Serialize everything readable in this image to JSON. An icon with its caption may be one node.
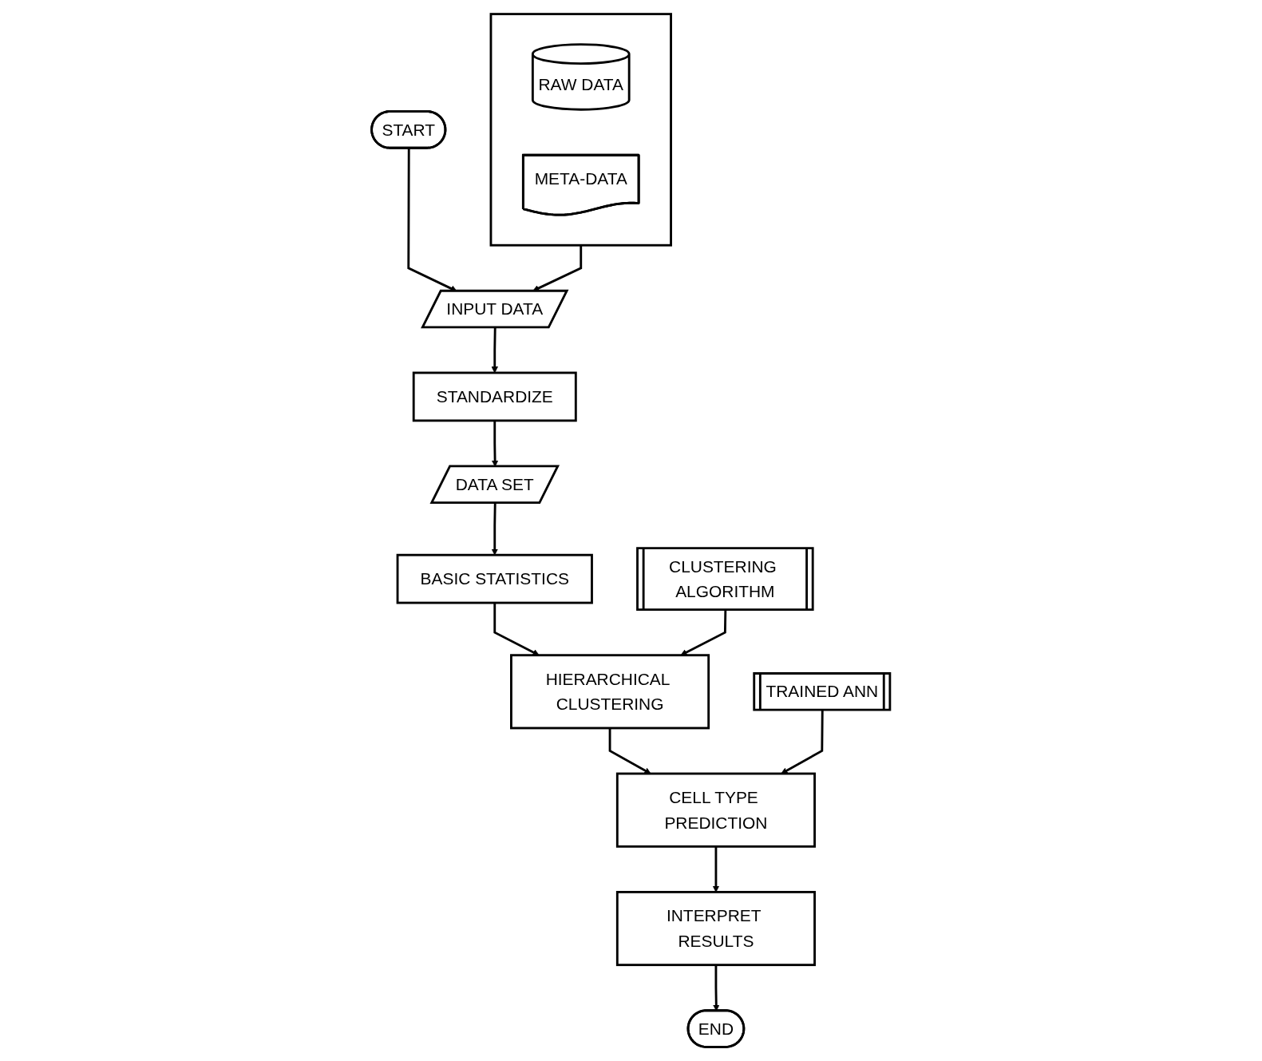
{
  "diagram": {
    "nodes": [
      {
        "text": [],
        "shape": "box"
      },
      {
        "text": [
          "RAW DATA"
        ],
        "in": 0
      },
      {
        "text": [
          "META-DATA"
        ],
        "in": 0
      },
      {
        "text": [
          "START"
        ]
      },
      {
        "text": [
          "INPUT DATA"
        ]
      },
      {
        "text": [
          "STANDARDIZE"
        ]
      },
      {
        "text": [
          "DATA SET"
        ]
      },
      {
        "text": [
          "BASIC STATISTICS"
        ]
      },
      {
        "text": [
          "CLUSTERING ALGORITHM"
        ]
      },
      {
        "text": [
          "HIERARCHICAL CLUSTERING"
        ]
      },
      {
        "text": [
          "TRAINED ANN"
        ]
      },
      {
        "text": [
          "CELL TYPE PREDICTION"
        ]
      },
      {
        "text": [
          "INTERPRET RESULTS"
        ]
      },
      {
        "text": [
          "END"
        ]
      }
    ],
    "edges": [
      {
        "from": 0,
        "to": 4,
        "arrow": "to"
      },
      {
        "from": 3,
        "to": 4,
        "arrow": "to"
      },
      {
        "from": 4,
        "to": 5,
        "arrow": "to"
      },
      {
        "from": 5,
        "to": 6,
        "arrow": "to"
      },
      {
        "from": 6,
        "to": 7,
        "arrow": "to"
      },
      {
        "from": 7,
        "to": 9,
        "arrow": "to"
      },
      {
        "from": 8,
        "to": 9,
        "arrow": "to"
      },
      {
        "from": 9,
        "to": 11,
        "arrow": "to"
      },
      {
        "from": 10,
        "to": 11,
        "arrow": "to"
      },
      {
        "from": 11,
        "to": 12,
        "arrow": "to"
      },
      {
        "from": 12,
        "to": 13,
        "arrow": "to"
      }
    ]
  }
}
